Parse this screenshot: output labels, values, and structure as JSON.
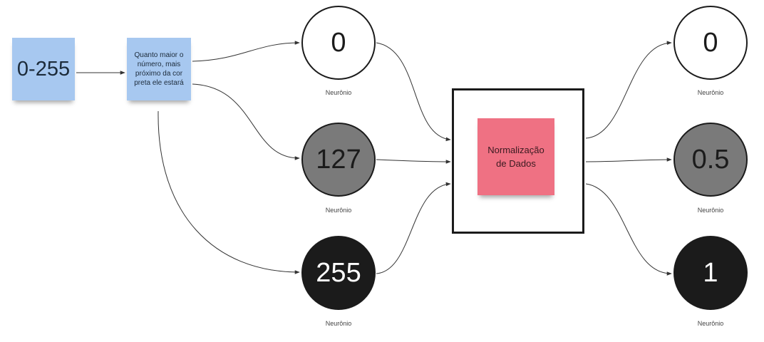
{
  "input_note": {
    "text": "0-255"
  },
  "description_note": {
    "text": "Quanto maior o número, mais próximo da cor preta ele estará"
  },
  "normalization_note": {
    "text": "Normalização de Dados"
  },
  "input_neurons": [
    {
      "value": "0",
      "label": "Neurônio",
      "fill": "#ffffff"
    },
    {
      "value": "127",
      "label": "Neurônio",
      "fill": "#7a7a7a"
    },
    {
      "value": "255",
      "label": "Neurônio",
      "fill": "#1b1b1b"
    }
  ],
  "output_neurons": [
    {
      "value": "0",
      "label": "Neurônio",
      "fill": "#ffffff"
    },
    {
      "value": "0.5",
      "label": "Neurônio",
      "fill": "#7a7a7a"
    },
    {
      "value": "1",
      "label": "Neurônio",
      "fill": "#1b1b1b"
    }
  ],
  "colors": {
    "note_blue": "#a7c8f0",
    "note_pink": "#ef7183",
    "line": "#333333"
  }
}
